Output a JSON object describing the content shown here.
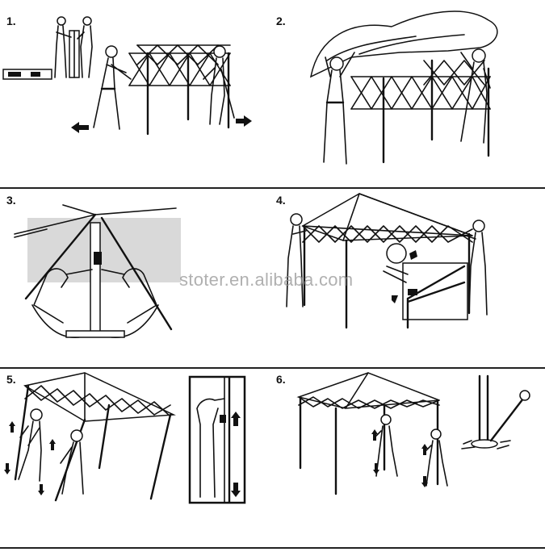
{
  "steps": [
    {
      "number": "1.",
      "description": "Two people pull the frame outward"
    },
    {
      "number": "2.",
      "description": "Lay canopy fabric over the frame"
    },
    {
      "number": "3.",
      "description": "Attach canopy to the frame corners"
    },
    {
      "number": "4.",
      "description": "Lift frame and lock the sliders"
    },
    {
      "number": "5.",
      "description": "Raise legs to height"
    },
    {
      "number": "6.",
      "description": "Stake down the legs"
    }
  ],
  "watermark": "stoter.en.alibaba.com",
  "colors": {
    "line": "#111111",
    "background": "#ffffff",
    "shade": "#d9d9d9",
    "watermark": "#969696"
  }
}
